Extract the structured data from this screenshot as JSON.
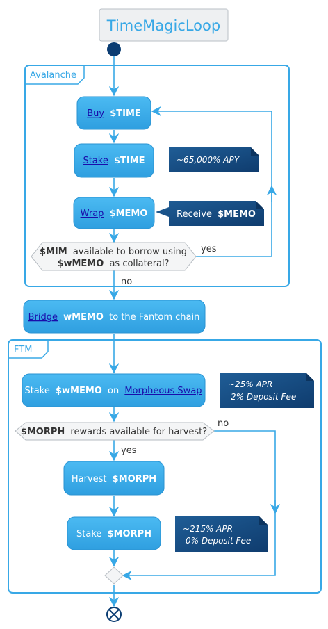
{
  "title": "TimeMagicLoop",
  "partitions": {
    "avalanche": "Avalanche",
    "ftm": "FTM"
  },
  "activities": {
    "buy": {
      "link": "Buy",
      "rest": "$TIME"
    },
    "stake_time": {
      "link": "Stake",
      "rest": "$TIME"
    },
    "wrap": {
      "link": "Wrap",
      "rest": "$MEMO"
    },
    "bridge": {
      "link": "Bridge",
      "bold": "wMEMO",
      "rest": "to the Fantom chain"
    },
    "stake_wmemo": {
      "pre": "Stake",
      "bold": "$wMEMO",
      "mid": "on",
      "link": "Morpheous Swap"
    },
    "harvest": {
      "pre": "Harvest",
      "bold": "$MORPH"
    },
    "stake_morph": {
      "pre": "Stake",
      "bold": "$MORPH"
    }
  },
  "decisions": {
    "borrow": {
      "bold1": "$MIM",
      "text1": "available to borrow using",
      "bold2": "$wMEMO",
      "text2": "as collateral?"
    },
    "harvest": {
      "bold": "$MORPH",
      "text": "rewards available for harvest?"
    }
  },
  "branch_labels": {
    "borrow_yes": "yes",
    "borrow_no": "no",
    "harvest_no": "no",
    "harvest_yes": "yes"
  },
  "notes": {
    "apy": "~65,000% APY",
    "receive_pre": "Receive",
    "receive_bold": "$MEMO",
    "ftm_apr_1": "~25% APR",
    "ftm_apr_2": "2% Deposit Fee",
    "morph_apr_1": "~215% APR",
    "morph_apr_2": "0% Deposit Fee"
  },
  "colors": {
    "accent": "#38a8e6",
    "activity_fill": "#3fb0ee",
    "note_fill": "#1a5088",
    "start_node": "#0b3d73",
    "title_bg": "#eef0f2"
  }
}
